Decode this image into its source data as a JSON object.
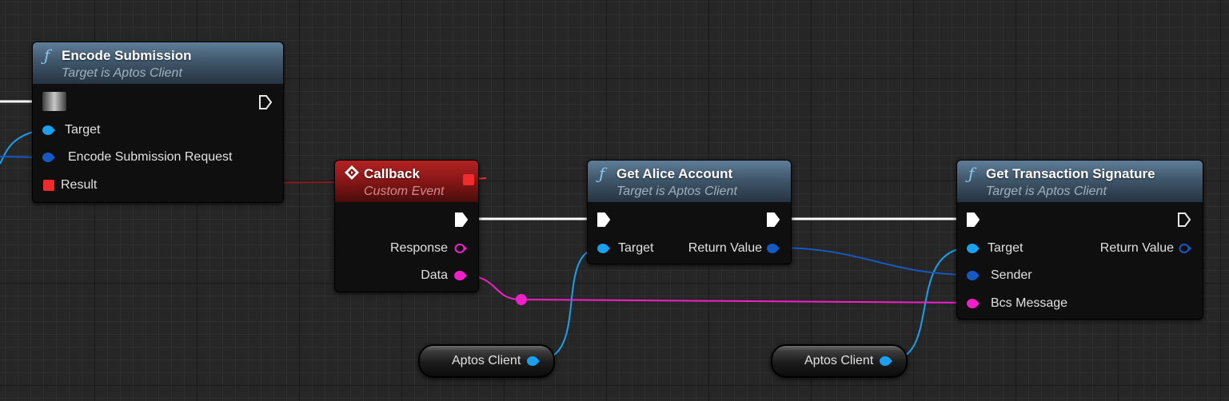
{
  "nodes": {
    "encode_submission": {
      "title": "Encode Submission",
      "subtitle": "Target is Aptos Client",
      "icon": "function-icon",
      "pins": {
        "target": "Target",
        "request": "Encode Submission Request",
        "result": "Result"
      }
    },
    "callback": {
      "title": "Callback",
      "subtitle": "Custom Event",
      "icon": "event-icon",
      "pins": {
        "response": "Response",
        "data": "Data"
      }
    },
    "get_alice_account": {
      "title": "Get Alice Account",
      "subtitle": "Target is Aptos Client",
      "icon": "function-icon",
      "pins": {
        "target": "Target",
        "return_value": "Return Value"
      }
    },
    "get_transaction_signature": {
      "title": "Get Transaction Signature",
      "subtitle": "Target is Aptos Client",
      "icon": "function-icon",
      "pins": {
        "target": "Target",
        "return_value": "Return Value",
        "sender": "Sender",
        "bcs_message": "Bcs Message"
      }
    }
  },
  "variables": [
    {
      "label": "Aptos Client"
    },
    {
      "label": "Aptos Client"
    }
  ],
  "colors": {
    "object_pin": "#1aa0ee",
    "struct_pin": "#1459c4",
    "byte_pin": "#f020c8",
    "delegate_pin": "#ef2b2b",
    "exec_wire": "#ffffff",
    "function_header": "#40576b",
    "event_header": "#861616"
  }
}
